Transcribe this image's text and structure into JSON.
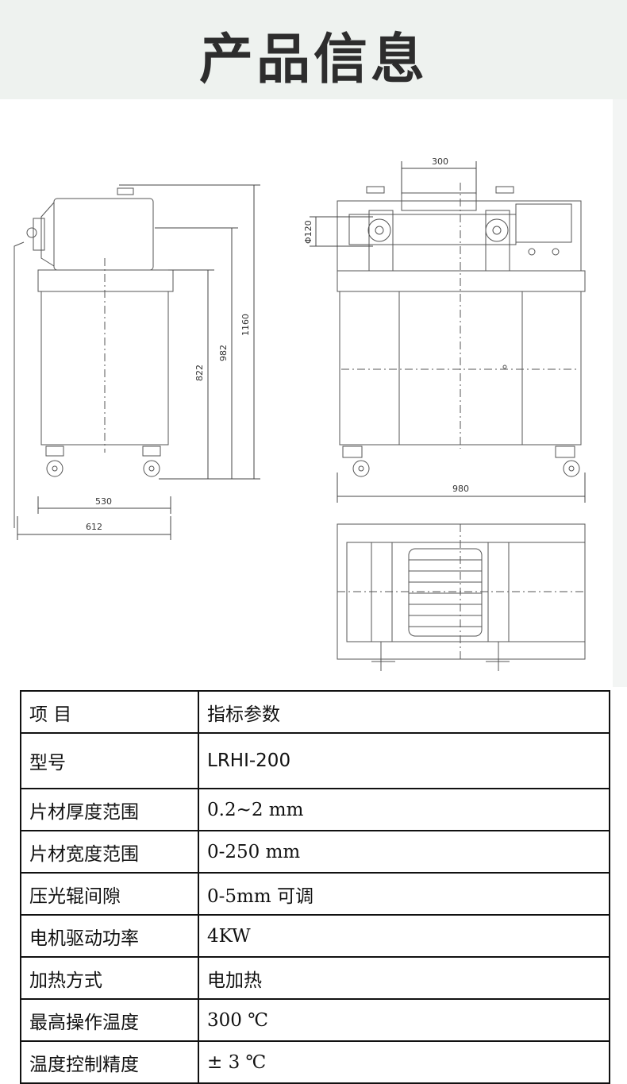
{
  "header": {
    "title": "产品信息"
  },
  "drawing": {
    "side_view": {
      "dim_bottom_inner": "530",
      "dim_bottom_outer": "612",
      "dim_h_822": "822",
      "dim_h_982": "982",
      "dim_h_1160": "1160"
    },
    "front_view": {
      "dim_top": "300",
      "dim_roll_dia": "Φ120",
      "dim_bottom": "980"
    },
    "colors": {
      "line": "#555555",
      "dim": "#444444"
    }
  },
  "specs": {
    "headers": {
      "item": "项 目",
      "value": "指标参数"
    },
    "rows": [
      {
        "label": "型号",
        "value": "LRHI-200"
      },
      {
        "label": "片材厚度范围",
        "value": "0.2~2 mm"
      },
      {
        "label": "片材宽度范围",
        "value": "0-250 mm"
      },
      {
        "label": "压光辊间隙",
        "value": "0-5mm 可调"
      },
      {
        "label": "电机驱动功率",
        "value": "4KW"
      },
      {
        "label": "加热方式",
        "value": "电加热"
      },
      {
        "label": "最高操作温度",
        "value": "300 ℃"
      },
      {
        "label": "温度控制精度",
        "value": "± 3 ℃"
      }
    ]
  }
}
